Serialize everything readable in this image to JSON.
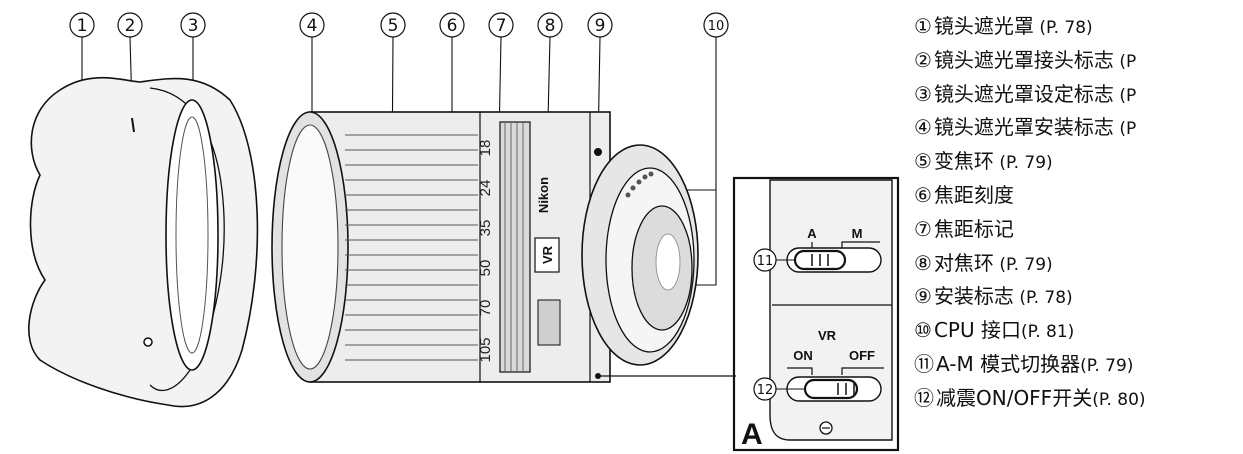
{
  "callouts": [
    {
      "mark": "①",
      "name": "镜头遮光罩",
      "page": " (P. 78)"
    },
    {
      "mark": "②",
      "name": "镜头遮光罩接头标志",
      "page": " (P"
    },
    {
      "mark": "③",
      "name": "镜头遮光罩设定标志",
      "page": " (P"
    },
    {
      "mark": "④",
      "name": "镜头遮光罩安装标志",
      "page": " (P"
    },
    {
      "mark": "⑤",
      "name": "变焦环",
      "page": " (P. 79)"
    },
    {
      "mark": "⑥",
      "name": "焦距刻度",
      "page": ""
    },
    {
      "mark": "⑦",
      "name": "焦距标记",
      "page": ""
    },
    {
      "mark": "⑧",
      "name": "对焦环",
      "page": " (P. 79)"
    },
    {
      "mark": "⑨",
      "name": "安装标志",
      "page": " (P. 78)"
    },
    {
      "mark": "⑩",
      "name": "CPU 接口",
      "page": "(P. 81)"
    },
    {
      "mark": "⑪",
      "name": "A-M 模式切换器",
      "page": "(P. 79)"
    },
    {
      "mark": "⑫",
      "name": "减震ON/OFF开关",
      "page": "(P. 80)"
    }
  ],
  "focal_scale": [
    "18",
    "24",
    "35",
    "50",
    "70",
    "105"
  ],
  "lens_text": {
    "brand": "Nikon",
    "vr_badge": "VR"
  },
  "panel": {
    "letter": "A",
    "am_a": "A",
    "am_m": "M",
    "vr_label": "VR",
    "vr_on": "ON",
    "vr_off": "OFF"
  }
}
